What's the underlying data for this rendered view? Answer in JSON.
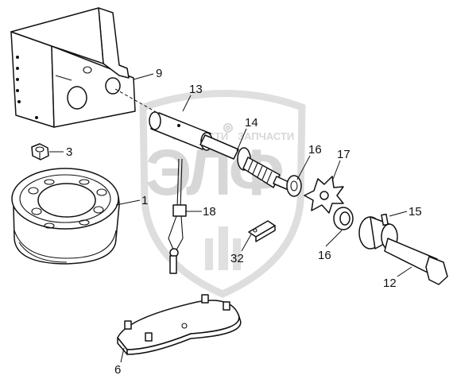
{
  "watermark": {
    "brand_letters": "ЭЛФ",
    "tagline_left": "ЗАПЧАСТИ",
    "tagline_right": "ЗАПЧАСТИ",
    "color": "#b8b8b8"
  },
  "callouts": [
    {
      "id": "c9",
      "text": "9"
    },
    {
      "id": "c13",
      "text": "13"
    },
    {
      "id": "c14",
      "text": "14"
    },
    {
      "id": "c3",
      "text": "3"
    },
    {
      "id": "c16a",
      "text": "16"
    },
    {
      "id": "c17",
      "text": "17"
    },
    {
      "id": "c1",
      "text": "1"
    },
    {
      "id": "c18",
      "text": "18"
    },
    {
      "id": "c15",
      "text": "15"
    },
    {
      "id": "c32",
      "text": "32"
    },
    {
      "id": "c16b",
      "text": "16"
    },
    {
      "id": "c12",
      "text": "12"
    },
    {
      "id": "c6",
      "text": "6"
    }
  ]
}
